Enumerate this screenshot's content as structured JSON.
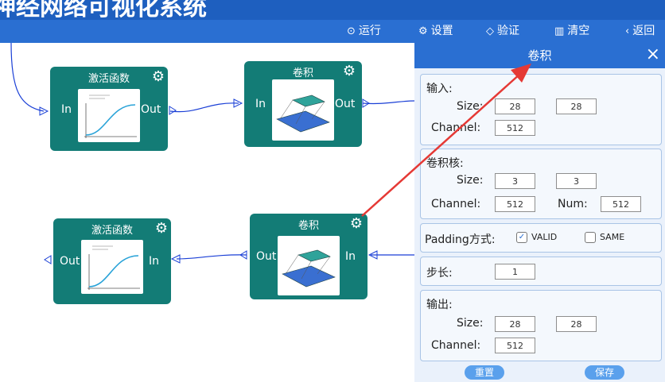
{
  "app": {
    "title": "神经网络可视化系统"
  },
  "toolbar": {
    "run": {
      "icon": "play-circle-icon",
      "label": "运行"
    },
    "settings": {
      "icon": "gear-icon",
      "label": "设置"
    },
    "verify": {
      "icon": "shield-check-icon",
      "label": "验证"
    },
    "clear": {
      "icon": "trash-icon",
      "label": "清空"
    },
    "back": {
      "icon": "chevron-left-icon",
      "label": "返回"
    }
  },
  "nodes": {
    "activation_top": {
      "title": "激活函数",
      "in_label": "In",
      "out_label": "Out"
    },
    "conv_top": {
      "title": "卷积",
      "in_label": "In",
      "out_label": "Out"
    },
    "conv_bottom": {
      "title": "卷积",
      "in_label": "In",
      "out_label": "Out"
    },
    "activation_bottom": {
      "title": "激活函数",
      "in_label": "In",
      "out_label": "Out"
    }
  },
  "panel": {
    "title": "卷积",
    "close": "×",
    "input": {
      "heading": "输入:",
      "size_label": "Size:",
      "size_w": "28",
      "size_h": "28",
      "channel_label": "Channel:",
      "channel": "512"
    },
    "kernel": {
      "heading": "卷积核:",
      "size_label": "Size:",
      "size_w": "3",
      "size_h": "3",
      "channel_label": "Channel:",
      "channel": "512",
      "num_label": "Num:",
      "num": "512"
    },
    "padding": {
      "label": "Padding方式:",
      "valid_label": "VALID",
      "same_label": "SAME",
      "selected": "VALID"
    },
    "stride": {
      "label": "步长:",
      "value": "1"
    },
    "output": {
      "heading": "输出:",
      "size_label": "Size:",
      "size_w": "28",
      "size_h": "28",
      "channel_label": "Channel:",
      "channel": "512"
    },
    "reset_label": "重置",
    "save_label": "保存"
  },
  "colors": {
    "title_bar": "#1e5fbf",
    "toolbar": "#2a6fd2",
    "node": "#137c76",
    "wire": "#1a3fd6",
    "arrow": "#e53935",
    "panel_bg": "#eaf1fb"
  }
}
